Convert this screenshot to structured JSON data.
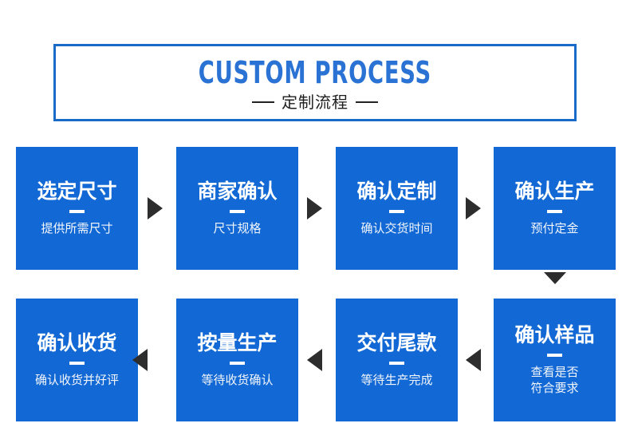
{
  "header": {
    "title": "CUSTOM PROCESS",
    "subtitle": "定制流程",
    "frame_color": "#1a6ac8",
    "title_color": "#2a72d4",
    "subtitle_color": "#1d1d1d"
  },
  "palette": {
    "box_blue": "#1268d4",
    "arrow_dark": "#2d2d2d",
    "box_text": "#ffffff",
    "page_background": "#ffffff"
  },
  "flow": {
    "row1": [
      {
        "title": "选定尺寸",
        "desc": "提供所需尺寸",
        "desc_line2": ""
      },
      {
        "title": "商家确认",
        "desc": "尺寸规格",
        "desc_line2": ""
      },
      {
        "title": "确认定制",
        "desc": "确认交货时间",
        "desc_line2": ""
      },
      {
        "title": "确认生产",
        "desc": "预付定金",
        "desc_line2": ""
      }
    ],
    "row2": [
      {
        "title": "确认收货",
        "desc": "确认收货并好评",
        "desc_line2": ""
      },
      {
        "title": "按量生产",
        "desc": "等待收货确认",
        "desc_line2": ""
      },
      {
        "title": "交付尾款",
        "desc": "等待生产完成",
        "desc_line2": ""
      },
      {
        "title": "确认样品",
        "desc": "查看是否",
        "desc_line2": "符合要求"
      }
    ],
    "arrows": {
      "row1": [
        "arrow-right-icon",
        "arrow-right-icon",
        "arrow-right-icon"
      ],
      "connector": "arrow-down-icon",
      "row2": [
        "arrow-left-icon",
        "arrow-left-icon",
        "arrow-left-icon"
      ]
    }
  }
}
